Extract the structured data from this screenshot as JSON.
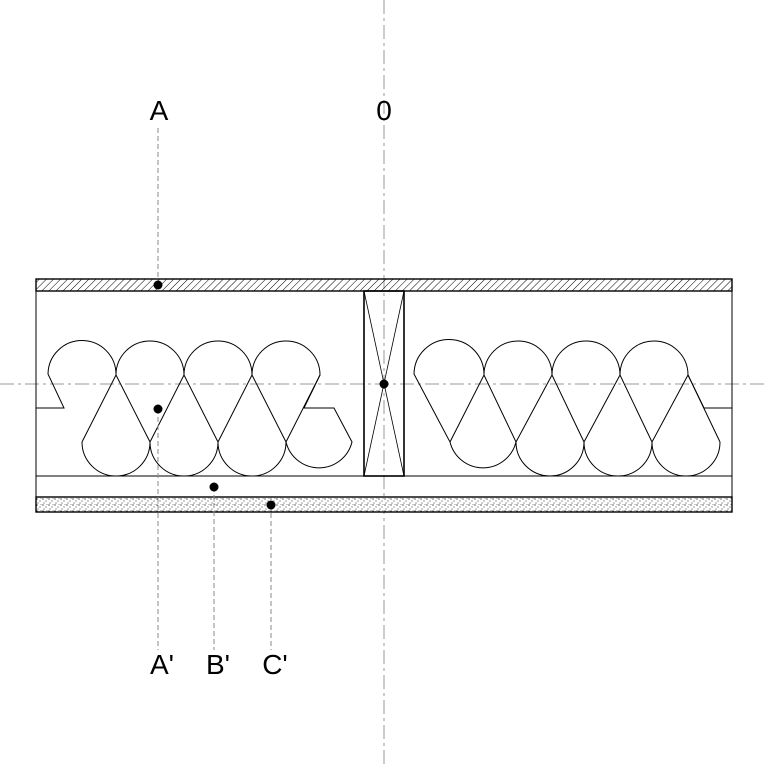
{
  "labels": {
    "a": "A",
    "zero": "0",
    "a_prime": "A'",
    "b_prime": "B'",
    "c_prime": "C'"
  },
  "colors": {
    "stroke": "#000000",
    "guide": "#999999",
    "background": "#ffffff"
  }
}
